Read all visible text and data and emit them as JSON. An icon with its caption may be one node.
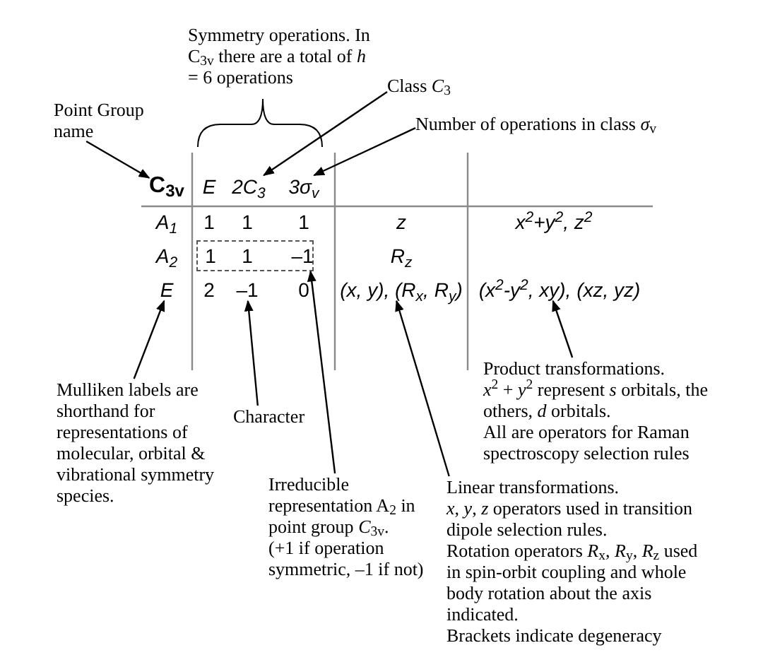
{
  "diagram": {
    "nodes": [
      {
        "text": [
          "Point Group name"
        ]
      },
      {
        "text": [
          "C$_{3v}$"
        ]
      },
      {
        "text": [
          "Class *C*$_{3}$"
        ]
      },
      {
        "text": [
          "2C$_{3}$"
        ]
      },
      {
        "text": [
          "Number of operations in class *σ*$_{v}$"
        ]
      },
      {
        "text": [
          "3σ$_{v}$"
        ]
      },
      {
        "text": [
          "1",
          "1",
          "–1"
        ]
      },
      {
        "text": [
          "E"
        ]
      },
      {
        "text": [
          "Mulliken labels are shorthand for representations of molecular, orbital & vibrational symmetry species."
        ]
      },
      {
        "text": [
          "–1"
        ]
      },
      {
        "text": [
          "Character"
        ]
      },
      {
        "text": [
          "Irreducible representation A$_{2}$ in point group *C*$_{3v}$.",
          "(+1 if operation symmetric, –1 if not)"
        ]
      },
      {
        "text": [
          "(x, y), (R$_{x}$, R$_{y}$)"
        ]
      },
      {
        "text": [
          "Linear transformations.",
          "*x*, *y*, *z* operators used in transition dipole selection rules.",
          "Rotation operators *R*$_{x}$, *R*$_{y}$, *R*$_{z}$ used in spin-orbit coupling and whole body rotation about the axis indicated.",
          "Brackets indicate degeneracy"
        ]
      },
      {
        "text": [
          "(x$^{2}$-y$^{2}$, xy), (xz, yz)"
        ]
      },
      {
        "text": [
          "Product transformations.",
          "*x*$^{2}$ + *y*$^{2}$ represent *s* orbitals, the others, *d* orbitals.",
          "All are operators for Raman spectroscopy selection rules"
        ]
      }
    ],
    "edges": [
      {
        "from": 0,
        "to": 1,
        "arrow": "to"
      },
      {
        "from": 2,
        "to": 3,
        "arrow": "to"
      },
      {
        "from": 4,
        "to": 5,
        "arrow": "to"
      },
      {
        "from": 8,
        "to": 7,
        "arrow": "to"
      },
      {
        "from": 10,
        "to": 9,
        "arrow": "to"
      },
      {
        "from": 11,
        "to": 6,
        "arrow": "to"
      },
      {
        "from": 13,
        "to": 12,
        "arrow": "to"
      },
      {
        "from": 15,
        "to": 14,
        "arrow": "to"
      }
    ],
    "labels": [
      "Symmetry operations. In C$_{3v}$ there are a total of *h* = 6 operations",
      "E",
      "A$_{1}$",
      "1",
      "1",
      "1",
      "z",
      "x$^{2}$+y$^{2}$, z$^{2}$",
      "A$_{2}$",
      "R$_{z}$",
      "2",
      "0"
    ]
  }
}
